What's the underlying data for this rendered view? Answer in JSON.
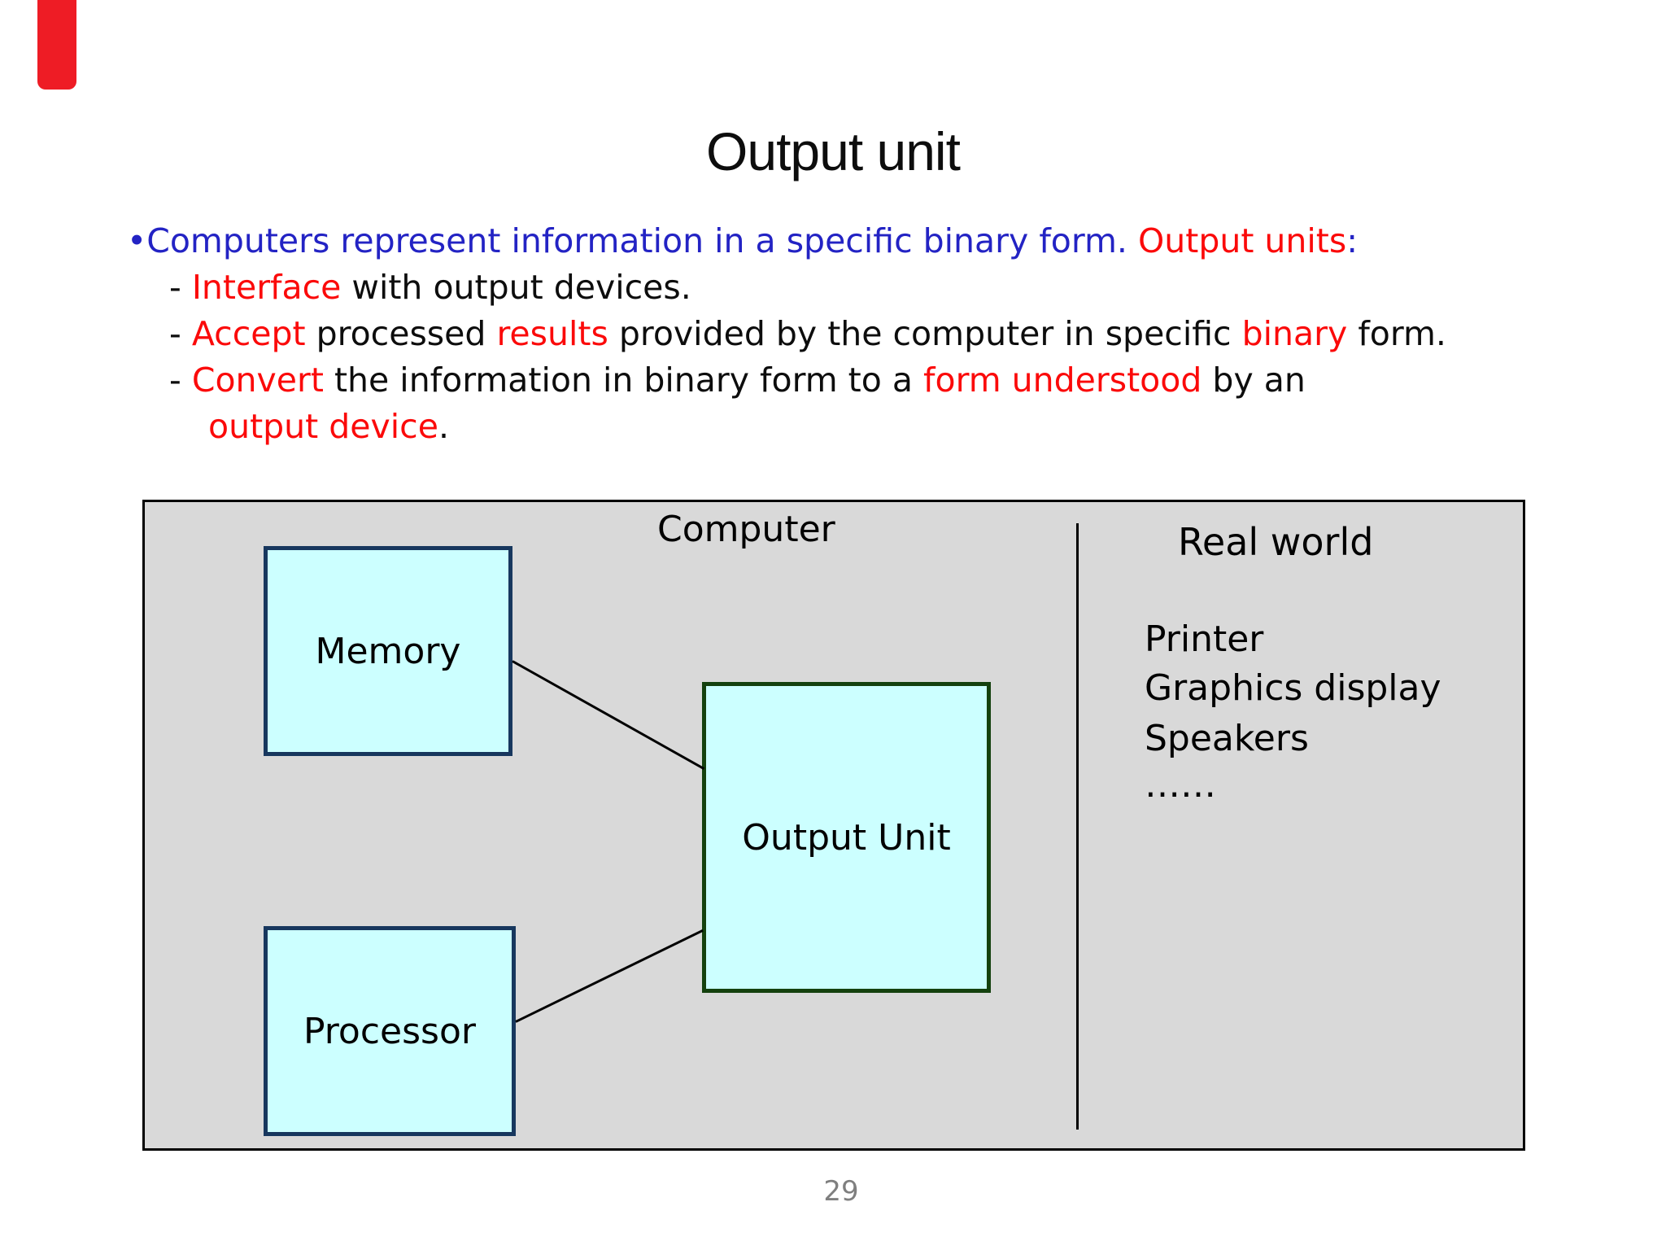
{
  "slide": {
    "title": "Output unit",
    "page_number": "29"
  },
  "colors": {
    "blue": "#2323C4",
    "red": "#FB0A0A",
    "black": "#0d0d0d",
    "accent_bar": "#EE1C25",
    "panel_fill": "#D9D9D9",
    "box_fill": "#CCFFFF",
    "navy_border": "#17375E",
    "green_border": "#14410E",
    "line_black": "#000000",
    "page_number_gray": "#7F7F7F"
  },
  "bullets": [
    {
      "segments": [
        {
          "t": "•",
          "c": "blue"
        },
        {
          "t": "Computers represent information in a specific binary form. ",
          "c": "blue"
        },
        {
          "t": "Output units",
          "c": "red"
        },
        {
          "t": ":",
          "c": "blue"
        }
      ]
    },
    {
      "segments": [
        {
          "t": "- ",
          "c": "black"
        },
        {
          "t": "Interface",
          "c": "red"
        },
        {
          "t": " with output devices.",
          "c": "black"
        }
      ]
    },
    {
      "segments": [
        {
          "t": "- ",
          "c": "black"
        },
        {
          "t": "Accept",
          "c": "red"
        },
        {
          "t": " processed ",
          "c": "black"
        },
        {
          "t": "results",
          "c": "red"
        },
        {
          "t": " provided by the computer in specific ",
          "c": "black"
        },
        {
          "t": "binary",
          "c": "red"
        },
        {
          "t": " form.",
          "c": "black"
        }
      ]
    },
    {
      "segments": [
        {
          "t": "- ",
          "c": "black"
        },
        {
          "t": "Convert",
          "c": "red"
        },
        {
          "t": " the information in binary form to a ",
          "c": "black"
        },
        {
          "t": "form understood",
          "c": "red"
        },
        {
          "t": " by an",
          "c": "black"
        }
      ]
    },
    {
      "segments": [
        {
          "t": "output device",
          "c": "red"
        },
        {
          "t": ".",
          "c": "black"
        }
      ]
    }
  ],
  "diagram": {
    "computer_label": "Computer",
    "real_world_label": "Real world",
    "memory_label": "Memory",
    "processor_label": "Processor",
    "output_unit_label": "Output Unit",
    "real_world_items": [
      "Printer",
      "Graphics display",
      "Speakers",
      "……"
    ]
  }
}
